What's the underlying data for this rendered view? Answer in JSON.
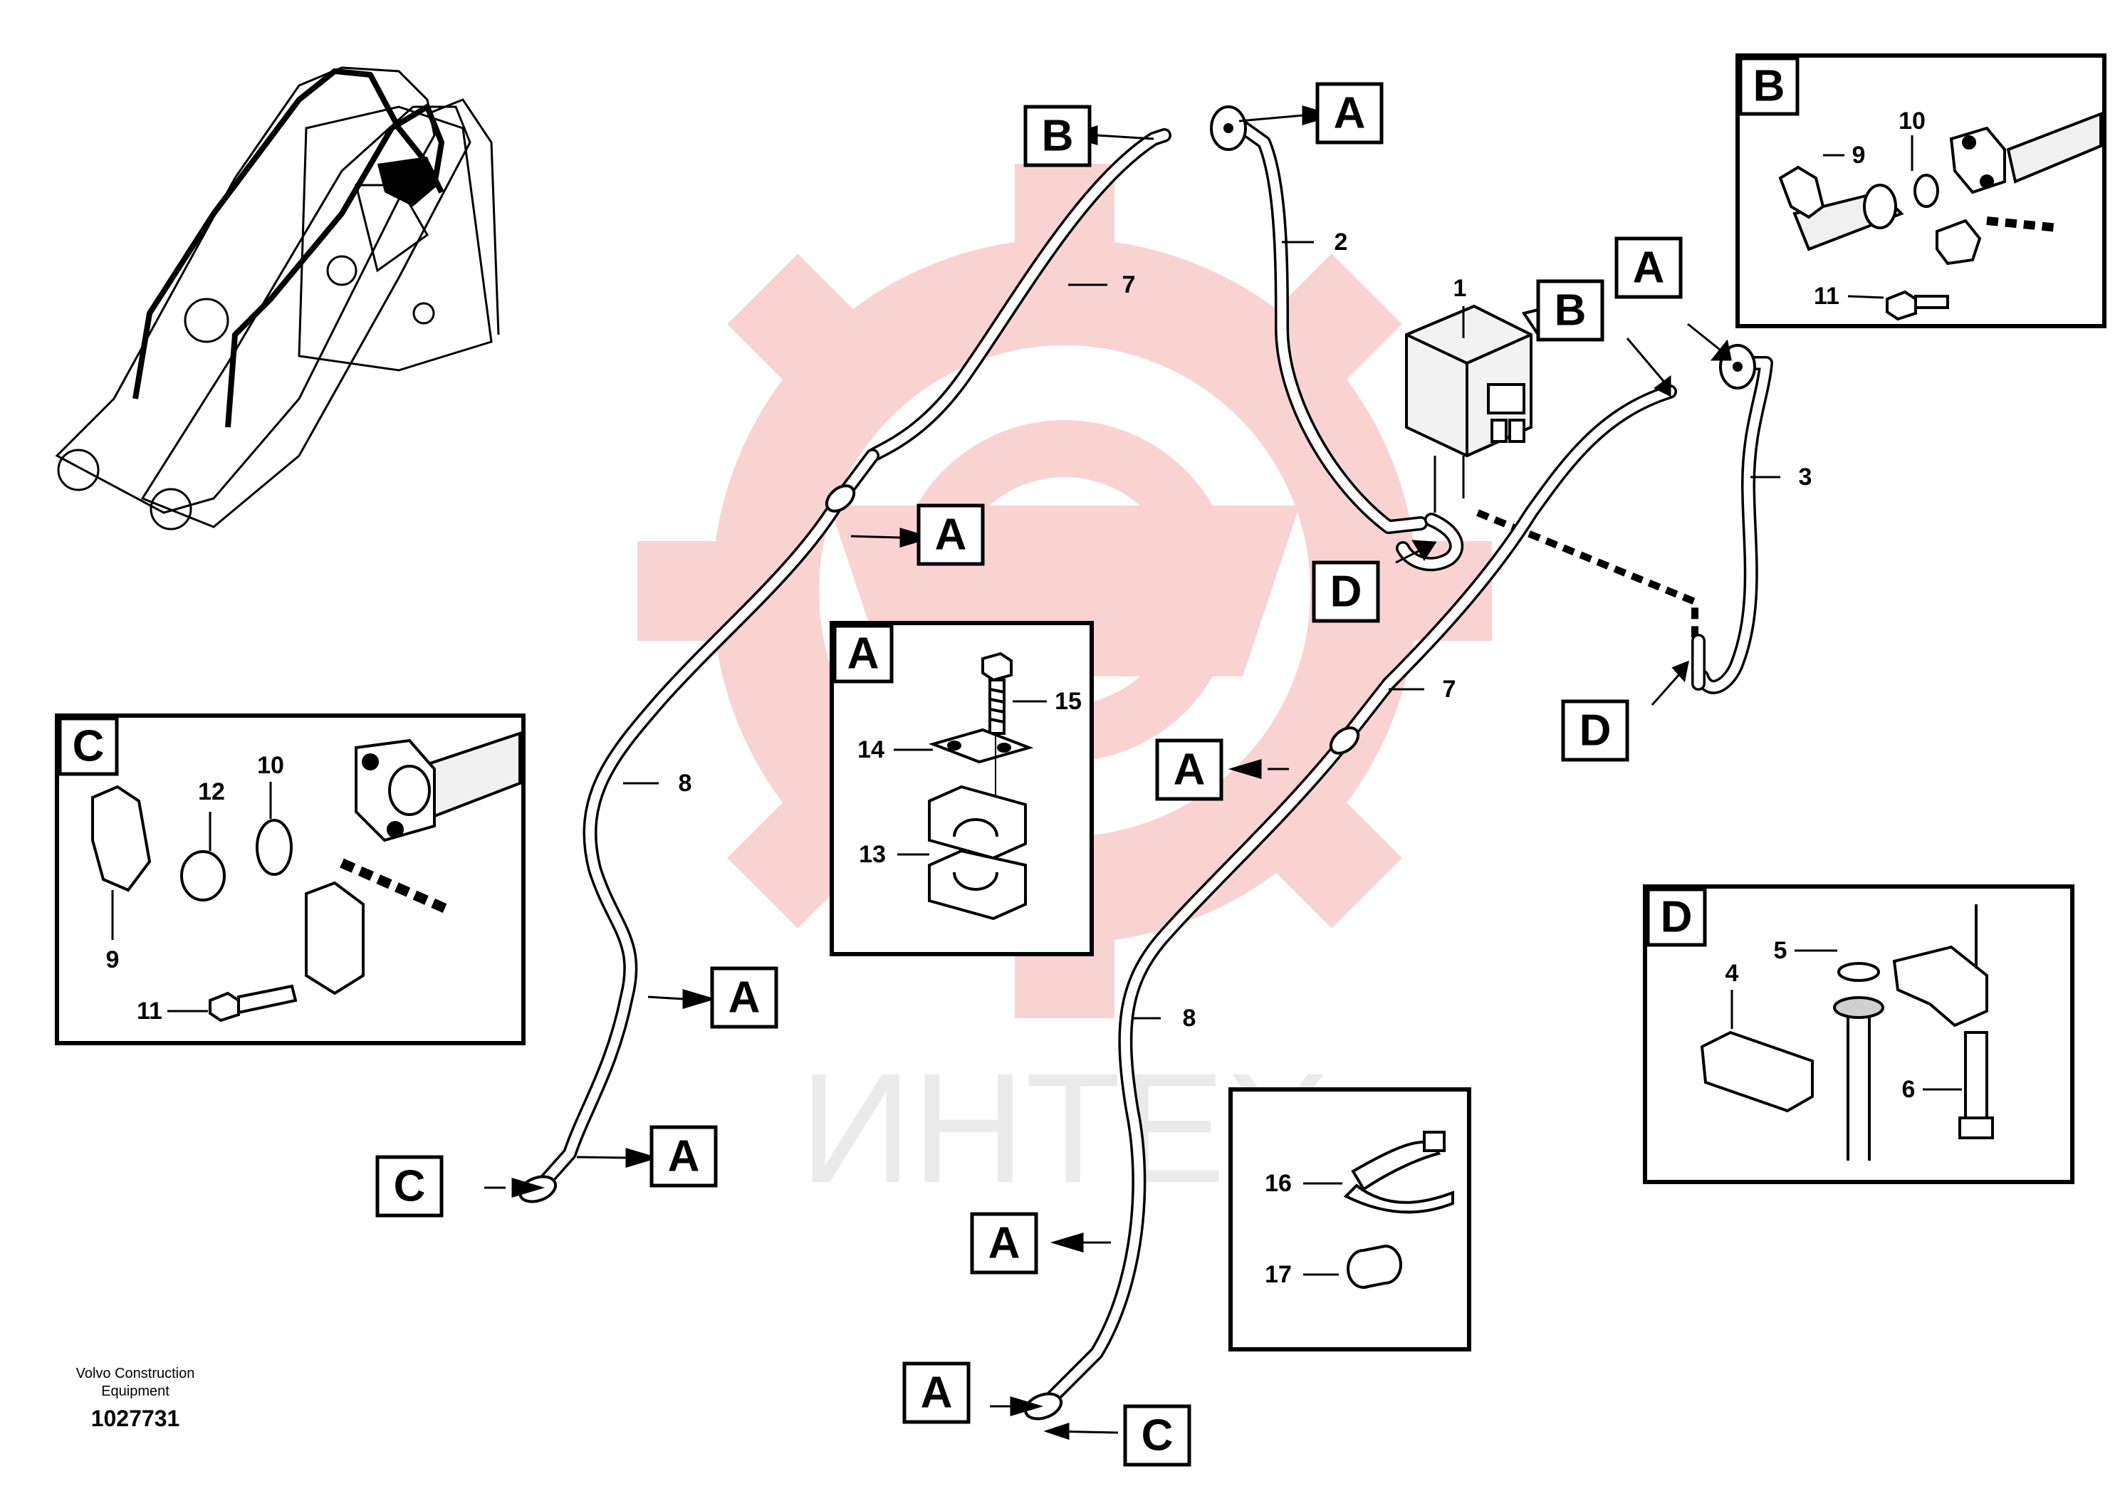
{
  "watermark": {
    "text": "ИНТЕХ",
    "color": "#e53935"
  },
  "callouts": {
    "A": "A",
    "B": "B",
    "C": "C",
    "D": "D"
  },
  "insets": {
    "A": {
      "label": "A",
      "parts": [
        "15",
        "14",
        "13"
      ]
    },
    "B": {
      "label": "B",
      "parts": [
        "9",
        "10",
        "11"
      ]
    },
    "C": {
      "label": "C",
      "parts": [
        "12",
        "10",
        "9",
        "11"
      ]
    },
    "D": {
      "label": "D",
      "parts": [
        "5",
        "4",
        "6"
      ]
    },
    "accessories": {
      "parts": [
        "16",
        "17"
      ]
    }
  },
  "part_numbers": {
    "p1": "1",
    "p2": "2",
    "p3": "3",
    "p7a": "7",
    "p7b": "7",
    "p8a": "8",
    "p8b": "8"
  },
  "footer": {
    "company_line1": "Volvo Construction",
    "company_line2": "Equipment",
    "drawing_number": "1027731"
  }
}
